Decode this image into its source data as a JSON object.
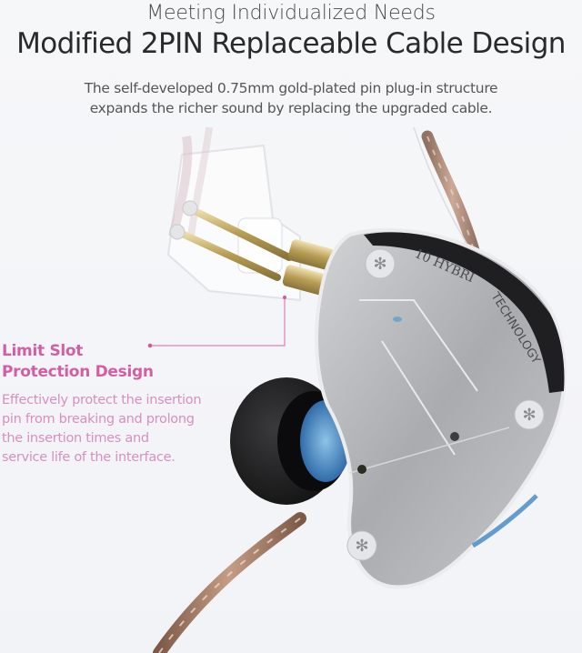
{
  "header": {
    "subtitle": "Meeting Individualized Needs",
    "title": "Modified 2PIN Replaceable Cable Design",
    "description_lines": [
      "The self-developed 0.75mm gold-plated pin plug-in structure",
      "expands the richer sound by replacing the upgraded cable."
    ]
  },
  "callout": {
    "title_lines": [
      "Limit Slot",
      "Protection Design"
    ],
    "body_lines": [
      "Effectively protect the insertion",
      "pin from breaking and prolong",
      "the insertion times and",
      "service life of the interface."
    ],
    "color_title": "#d25fa4",
    "color_body": "#d78fc0"
  },
  "product": {
    "engraving_1": "10 HYBRI",
    "engraving_2": "TECHNOLOGY"
  },
  "colors": {
    "background": "#f4f5f8",
    "shell": "#b9bbbe",
    "bezel": "#1f1f22",
    "gold": "#c9b270",
    "cable": "#a57a62",
    "eartip": "#1c1c1e",
    "nozzle": "#3f86c4"
  }
}
